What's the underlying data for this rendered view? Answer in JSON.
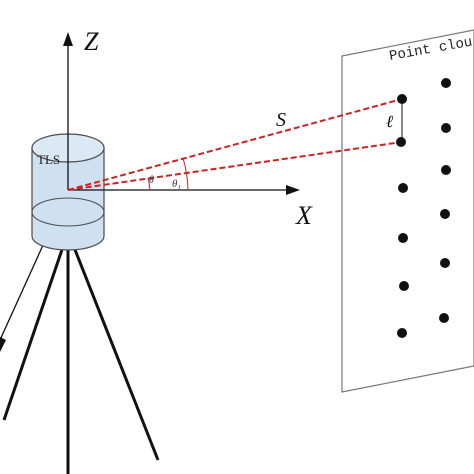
{
  "axes": {
    "z_label": "Z",
    "x_label": "X"
  },
  "scanner": {
    "label": "TLS"
  },
  "panel": {
    "label": "Point clou"
  },
  "annotations": {
    "s_label": "S",
    "l_label": "ℓ",
    "theta_label": "θ",
    "theta_sub": "1",
    "theta_small": "θ"
  },
  "colors": {
    "ray": "#cc2222",
    "scanner_fill": "#cfe0f0",
    "scanner_stroke": "#4a4a4a",
    "ink": "#111111",
    "panel_stroke": "#777777"
  },
  "point_grid": {
    "columns": 2,
    "rows": 6,
    "rayed_column": 0,
    "rayed_rows": [
      0,
      1
    ]
  }
}
